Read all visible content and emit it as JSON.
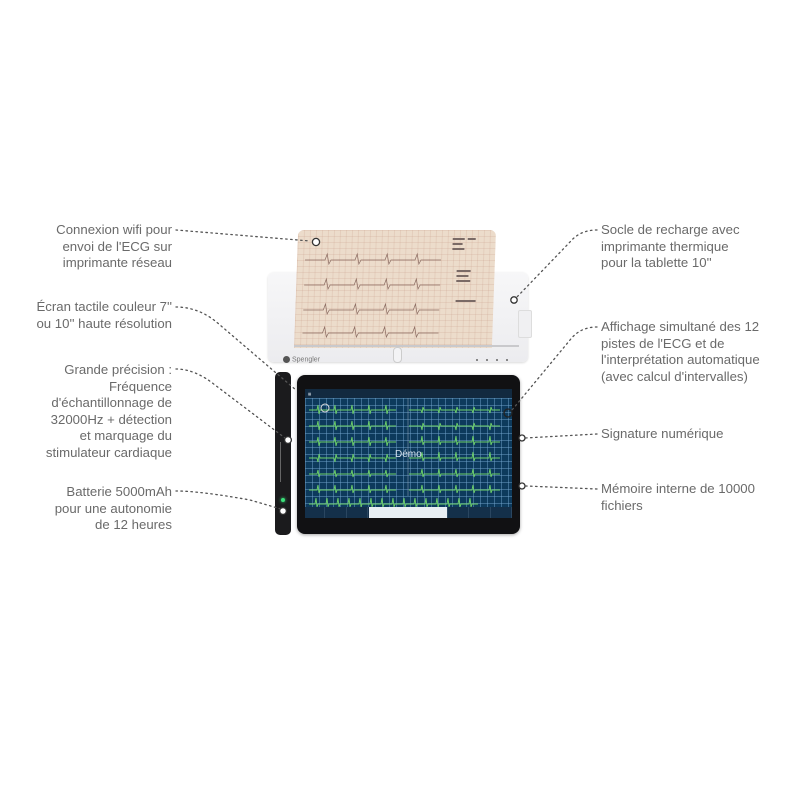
{
  "annotations": {
    "left": [
      {
        "id": "wifi",
        "text": "Connexion wifi pour\nenvoi de l'ECG sur\nimprimante réseau"
      },
      {
        "id": "screen",
        "text": "Écran tactile couleur 7''\nou 10'' haute résolution"
      },
      {
        "id": "precision",
        "text": "Grande précision :\nFréquence\nd'échantillonnage de\n32000Hz + détection\net marquage du\nstimulateur cardiaque"
      },
      {
        "id": "battery",
        "text": "Batterie 5000mAh\npour une autonomie\nde 12 heures"
      }
    ],
    "right": [
      {
        "id": "dock",
        "text": "Socle de recharge avec\nimprimante thermique\npour la tablette 10''"
      },
      {
        "id": "display",
        "text": "Affichage simultané des 12\npistes de l'ECG et de\nl'interprétation automatique\n(avec calcul d'intervalles)"
      },
      {
        "id": "signature",
        "text": "Signature numérique"
      },
      {
        "id": "memory",
        "text": "Mémoire interne de 10000\nfichiers"
      }
    ]
  },
  "device": {
    "brand": "Spengler",
    "screen_watermark": "Démo",
    "ecg_trace_color": "#6fd36a",
    "screen_bg_color": "#0d3a5c",
    "footer_buttons": [
      "",
      "",
      "",
      "",
      "",
      "",
      ""
    ]
  },
  "colors": {
    "label_text": "#6a6a6a",
    "leader_line": "#555555"
  }
}
